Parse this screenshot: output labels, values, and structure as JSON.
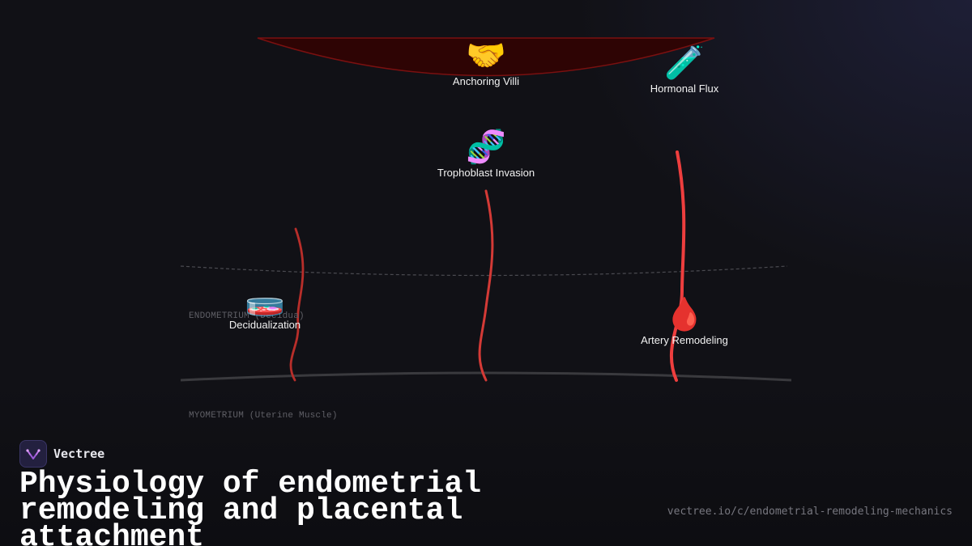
{
  "diagram": {
    "nodes": [
      {
        "id": "anchoring-villi",
        "emoji": "🤝",
        "label": "Anchoring Villi"
      },
      {
        "id": "hormonal-flux",
        "emoji": "🧪",
        "label": "Hormonal Flux"
      },
      {
        "id": "trophoblast-invasion",
        "emoji": "🧬",
        "label": "Trophoblast Invasion"
      },
      {
        "id": "decidualization",
        "emoji": "🧫",
        "label": "Decidualization"
      },
      {
        "id": "artery-remodeling",
        "emoji": "🩸",
        "label": "Artery Remodeling"
      }
    ],
    "layers": {
      "endometrium": "ENDOMETRIUM (Decidua)",
      "myometrium": "MYOMETRIUM (Uterine Muscle)"
    },
    "colors": {
      "placenta_fill": "#2e0404",
      "placenta_stroke": "#7a1010",
      "vessel_dark": "#c4302b",
      "vessel_bright": "#ee3e3e",
      "muscle_line": "#3a3a3e",
      "boundary_dash": "#4a4a50"
    }
  },
  "brand": {
    "name": "Vectree",
    "logo_icon": "vectree-logo-icon"
  },
  "title": "Physiology of endometrial remodeling and placental attachment",
  "url": "vectree.io/c/endometrial-remodeling-mechanics"
}
